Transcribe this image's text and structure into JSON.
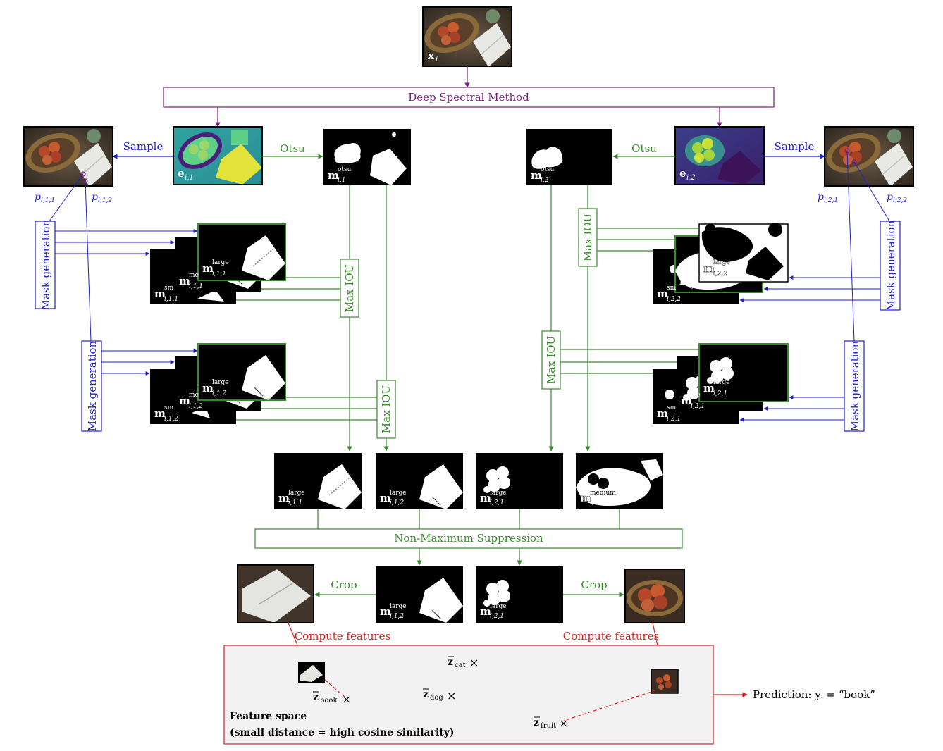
{
  "top_image_label": "x",
  "top_image_sub": "i",
  "deep_spectral": "Deep Spectral Method",
  "otsu": "Otsu",
  "sample": "Sample",
  "mask_generation": "Mask generation",
  "max_iou": "Max IOU",
  "nms": "Non-Maximum Suppression",
  "crop": "Crop",
  "compute_features": "Compute features",
  "prediction": "Prediction: yᵢ = “book”",
  "feature_space": {
    "title": "Feature space",
    "subtitle": "(small distance = high cosine similarity)",
    "classes": [
      {
        "name": "z",
        "sub": "book"
      },
      {
        "name": "z",
        "sub": "cat"
      },
      {
        "name": "z",
        "sub": "dog"
      },
      {
        "name": "z",
        "sub": "fruit"
      }
    ]
  },
  "eigen": [
    {
      "label": "e",
      "sub": "i,1"
    },
    {
      "label": "e",
      "sub": "i,2"
    }
  ],
  "otsu_masks": [
    {
      "label": "m",
      "sup": "otsu",
      "sub": "i,1"
    },
    {
      "label": "m",
      "sup": "otsu",
      "sub": "i,2"
    }
  ],
  "points": [
    "p",
    "i,1,1",
    "i,1,2",
    "i,2,1",
    "i,2,2"
  ],
  "stack_labels": {
    "small": "sm",
    "medium": "me",
    "large": "large",
    "medium_full": "medium"
  },
  "mask_subs": {
    "s111": "i,1,1",
    "s112": "i,1,2",
    "s121": "i,2,1",
    "s122": "i,2,2"
  },
  "colors": {
    "purple": "#7a1f7a",
    "green": "#3b8a2e",
    "blue": "#1f1fcc",
    "red": "#d62020"
  }
}
